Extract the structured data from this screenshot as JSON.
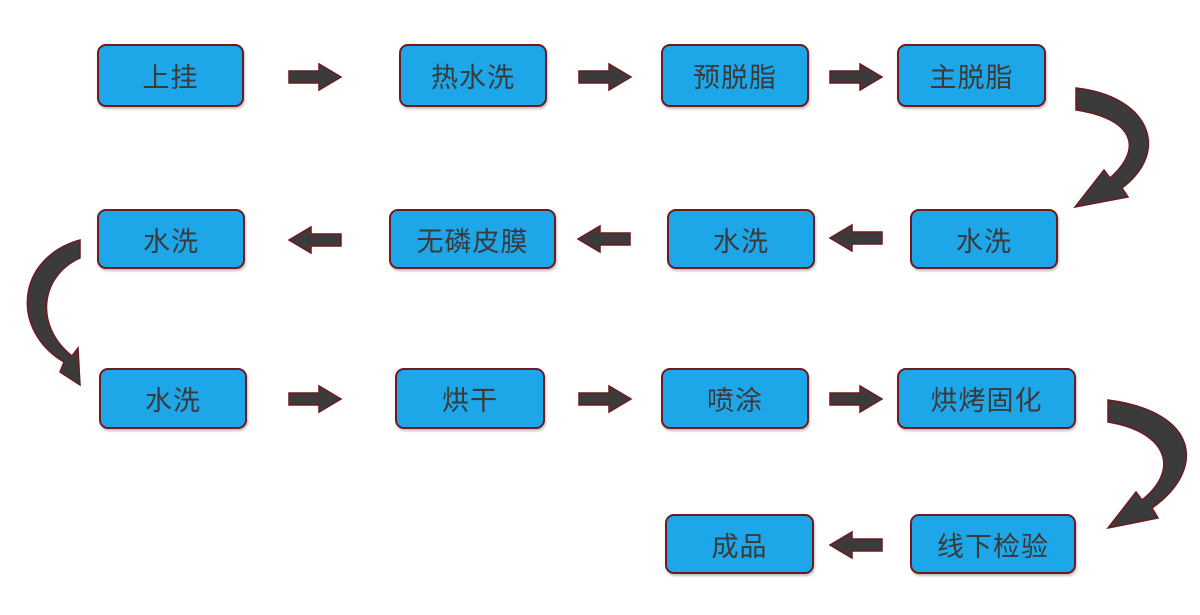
{
  "steps": [
    "上挂",
    "热水洗",
    "预脱脂",
    "主脱脂",
    "水洗",
    "无磷皮膜",
    "水洗",
    "水洗",
    "水洗",
    "烘干",
    "喷涂",
    "烘烤固化",
    "线下检验",
    "成品"
  ],
  "colors": {
    "box_fill": "#1ea7e8",
    "box_border": "#6e1a1f",
    "arrow_fill": "#3b3b3b",
    "arrow_stroke": "#6e1a1f"
  }
}
